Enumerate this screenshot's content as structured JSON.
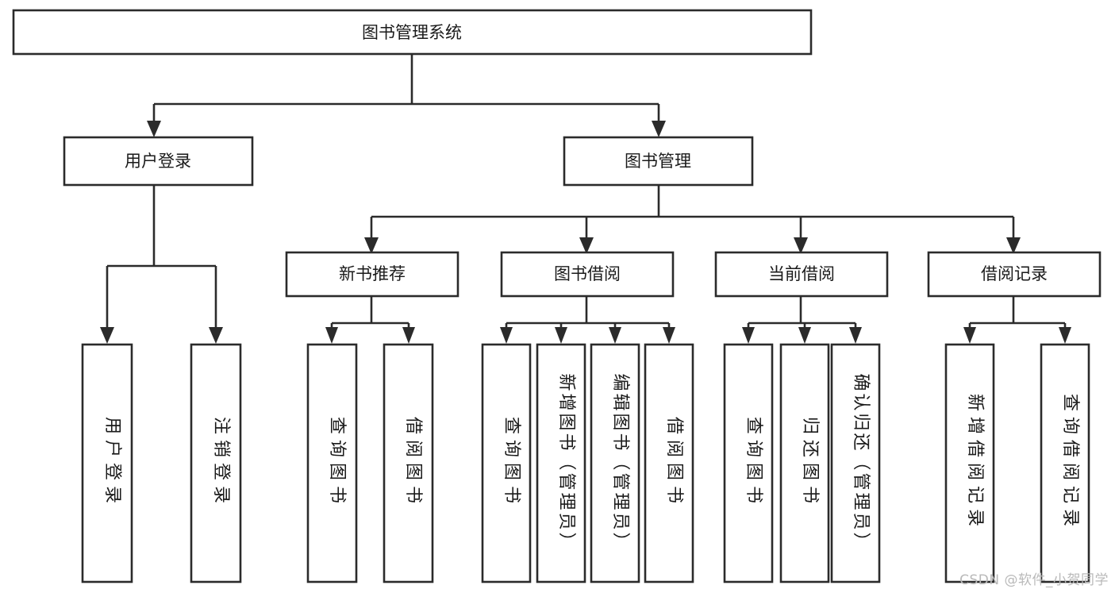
{
  "diagram": {
    "type": "tree-hierarchy-chart",
    "title": "图书管理系统",
    "watermark": "CSDN @软件_小贺同学",
    "colors": {
      "stroke": "#2b2b2b",
      "fill": "#ffffff",
      "text": "#1a1a1a",
      "watermark": "#b9b9b9"
    },
    "root": {
      "label": "图书管理系统"
    },
    "level2": [
      {
        "label": "用户登录"
      },
      {
        "label": "图书管理"
      }
    ],
    "level3": [
      {
        "label": "新书推荐"
      },
      {
        "label": "图书借阅"
      },
      {
        "label": "当前借阅"
      },
      {
        "label": "借阅记录"
      }
    ],
    "leaves": {
      "user_login": [
        {
          "label": "用户登录"
        },
        {
          "label": "注销登录"
        }
      ],
      "new_book_recommend": [
        {
          "label": "查询图书"
        },
        {
          "label": "借阅图书"
        }
      ],
      "book_borrow": [
        {
          "label": "查询图书"
        },
        {
          "label": "新增图书（管理员）"
        },
        {
          "label": "编辑图书（管理员）"
        },
        {
          "label": "借阅图书"
        }
      ],
      "current_borrow": [
        {
          "label": "查询图书"
        },
        {
          "label": "归还图书"
        },
        {
          "label": "确认归还（管理员）"
        }
      ],
      "borrow_record": [
        {
          "label": "新增借阅记录"
        },
        {
          "label": "查询借阅记录"
        }
      ]
    }
  }
}
